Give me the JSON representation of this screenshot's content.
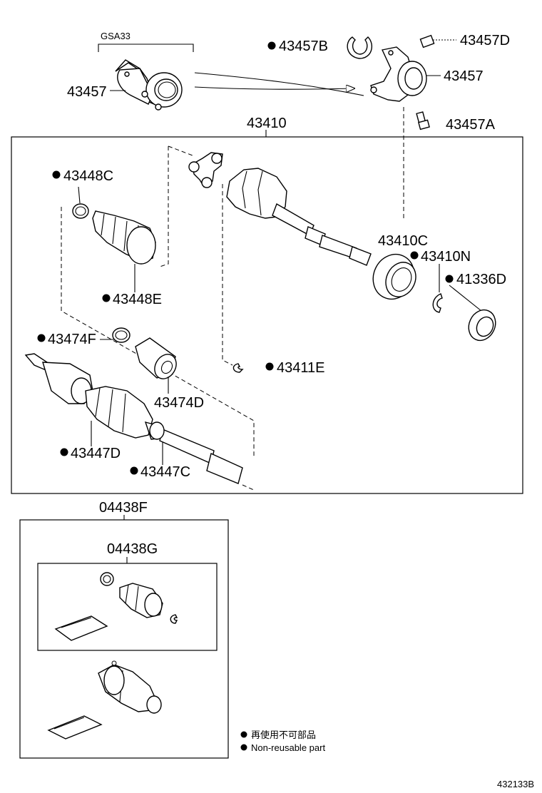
{
  "labels": {
    "gsa33": "GSA33",
    "p43457_left": "43457",
    "p43457b": "43457B",
    "p43457d": "43457D",
    "p43457_right": "43457",
    "p43457a": "43457A",
    "p43410": "43410",
    "p43448c": "43448C",
    "p43448e": "43448E",
    "p43410c": "43410C",
    "p43410n": "43410N",
    "p41336d": "41336D",
    "p43474f": "43474F",
    "p43411e": "43411E",
    "p43474d": "43474D",
    "p43447d": "43447D",
    "p43447c": "43447C",
    "p04438f": "04438F",
    "p04438g": "04438G"
  },
  "legend": {
    "line_jp": "再使用不可部品",
    "line_en": "Non-reusable part"
  },
  "figure_id": "432133B"
}
